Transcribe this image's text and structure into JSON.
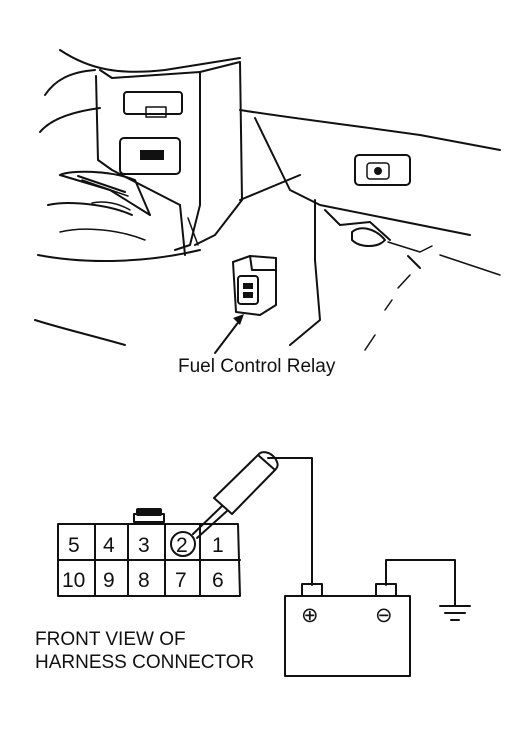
{
  "relay_label": "Fuel Control Relay",
  "connector_caption": [
    "FRONT VIEW OF",
    "HARNESS CONNECTOR"
  ],
  "connector_pins": {
    "top_row": [
      "5",
      "4",
      "3",
      "2",
      "1"
    ],
    "bottom_row": [
      "10",
      "9",
      "8",
      "7",
      "6"
    ],
    "probed_pin": "2"
  },
  "battery": {
    "positive_symbol": "⊕",
    "negative_symbol": "⊖"
  },
  "colors": {
    "ink": "#111111",
    "background": "#ffffff"
  }
}
